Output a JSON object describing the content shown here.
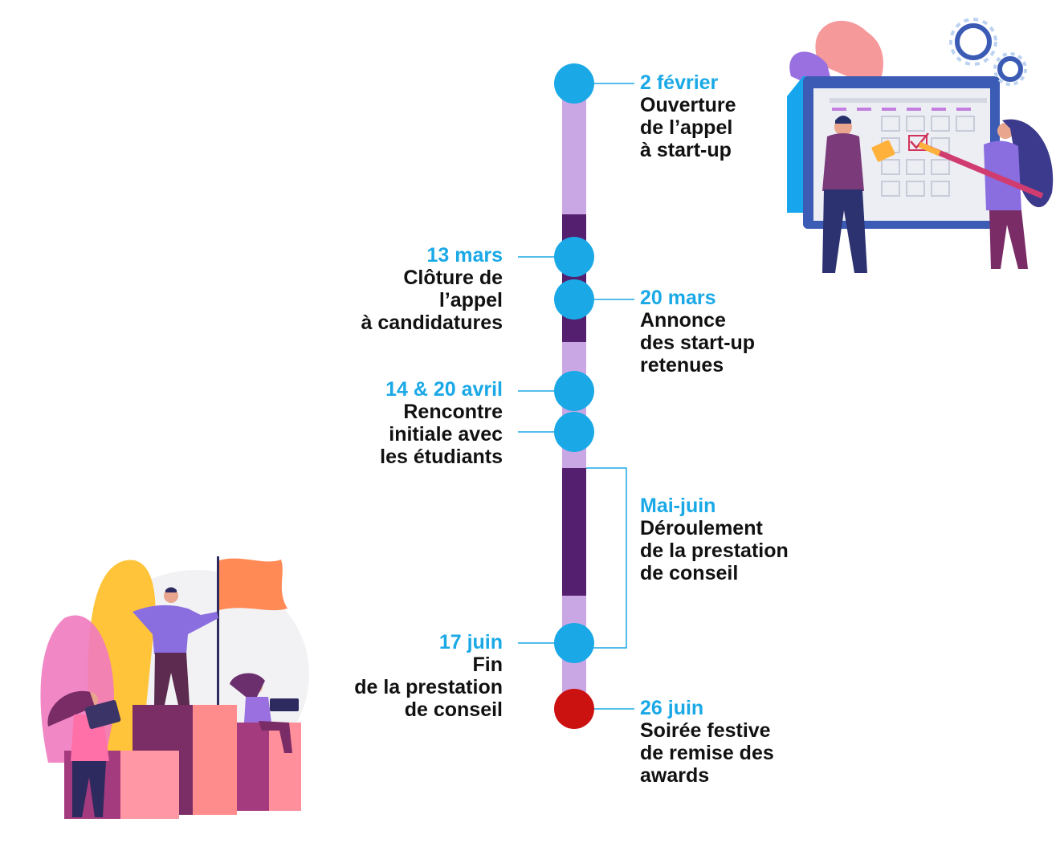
{
  "colors": {
    "accent": "#1aa9e6",
    "bar_light": "#c9a6e4",
    "bar_dark": "#541f6f",
    "final_dot": "#cc1111",
    "text": "#111111"
  },
  "illustrations": {
    "top_right": "calendar-planning-illustration",
    "bottom_left": "team-flag-podium-illustration"
  },
  "events": [
    {
      "date": "2 février",
      "lines": [
        "Ouverture",
        "de l’appel",
        "à start-up"
      ]
    },
    {
      "date": "13 mars",
      "lines": [
        "Clôture de",
        "l’appel",
        "à candidatures"
      ]
    },
    {
      "date": "20 mars",
      "lines": [
        "Annonce",
        "des start-up",
        "retenues"
      ]
    },
    {
      "date": "14 & 20 avril",
      "lines": [
        "Rencontre",
        "initiale avec",
        "les étudiants"
      ]
    },
    {
      "date": "Mai-juin",
      "lines": [
        "Déroulement",
        "de la prestation",
        "de conseil"
      ]
    },
    {
      "date": "17 juin",
      "lines": [
        "Fin",
        "de la prestation",
        "de conseil"
      ]
    },
    {
      "date": "26 juin",
      "lines": [
        "Soirée festive",
        "de remise des",
        "awards"
      ]
    }
  ]
}
